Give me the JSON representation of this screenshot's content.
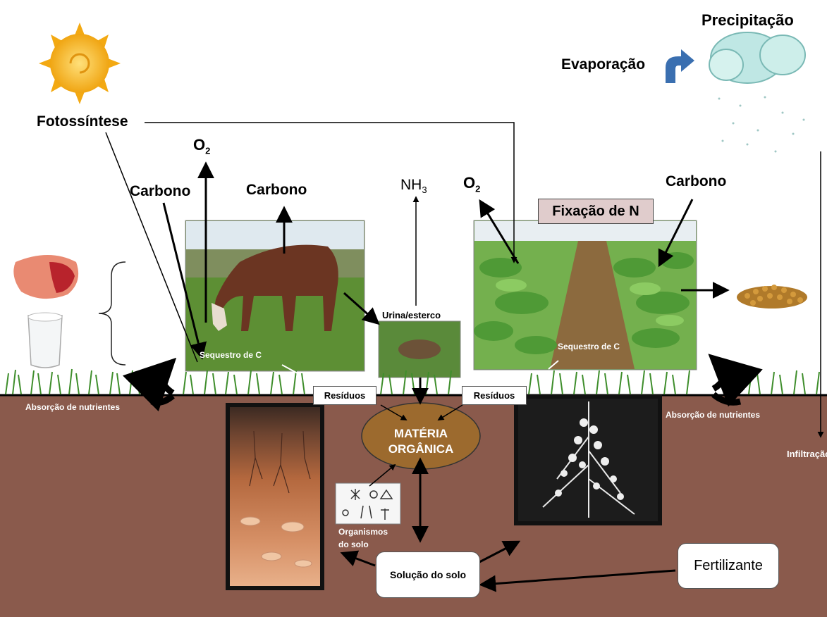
{
  "labels": {
    "precipitacao": "Precipitação",
    "evaporacao": "Evaporação",
    "fotossintese": "Fotossíntese",
    "o2_left": "O",
    "o2_right": "O",
    "o2_sub": "2",
    "carbono_left": "Carbono",
    "carbono_center": "Carbono",
    "carbono_right": "Carbono",
    "nh3": "NH",
    "nh3_sub": "3",
    "fixacao": "Fixação de N",
    "urina": "Urina/esterco",
    "sequestro_left": "Sequestro de C",
    "sequestro_right": "Sequestro de C",
    "absorcao_left": "Absorção de nutrientes",
    "absorcao_right": "Absorção de nutrientes",
    "residuos_left": "Resíduos",
    "residuos_right": "Resíduos",
    "materia_line1": "MATÉRIA",
    "materia_line2": "ORGÂNICA",
    "organismos_line1": "Organismos",
    "organismos_line2": "do solo",
    "solucao": "Solução do solo",
    "fertilizante": "Fertilizante",
    "infiltracao": "Infiltração"
  },
  "colors": {
    "soil": "#8a5a4c",
    "organic_matter": "#9c6a2e",
    "sun": "#f6b818",
    "grass": "#3f8e2c",
    "cloud": "#bfe7e4",
    "evap_arrow": "#3a6fb0"
  }
}
